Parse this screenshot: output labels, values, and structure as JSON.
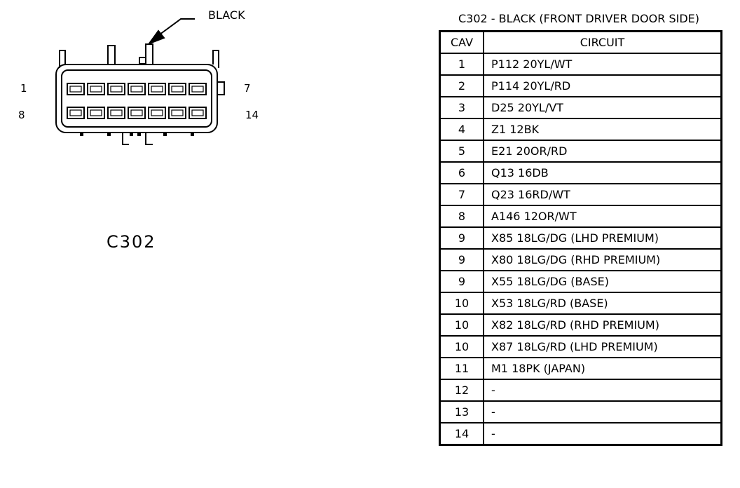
{
  "connector": {
    "color_label": "BLACK",
    "name": "C302",
    "pin_labels": {
      "top_left": "1",
      "top_right": "7",
      "bottom_left": "8",
      "bottom_right": "14"
    }
  },
  "table": {
    "title": "C302 - BLACK (FRONT DRIVER DOOR SIDE)",
    "headers": {
      "cav": "CAV",
      "circuit": "CIRCUIT"
    },
    "rows": [
      {
        "cav": "1",
        "circuit": "P112 20YL/WT"
      },
      {
        "cav": "2",
        "circuit": "P114 20YL/RD"
      },
      {
        "cav": "3",
        "circuit": "D25 20YL/VT"
      },
      {
        "cav": "4",
        "circuit": "Z1 12BK"
      },
      {
        "cav": "5",
        "circuit": "E21 20OR/RD"
      },
      {
        "cav": "6",
        "circuit": "Q13 16DB"
      },
      {
        "cav": "7",
        "circuit": "Q23 16RD/WT"
      },
      {
        "cav": "8",
        "circuit": "A146 12OR/WT"
      },
      {
        "cav": "9",
        "circuit": "X85 18LG/DG (LHD PREMIUM)"
      },
      {
        "cav": "9",
        "circuit": "X80 18LG/DG (RHD PREMIUM)"
      },
      {
        "cav": "9",
        "circuit": "X55 18LG/DG (BASE)"
      },
      {
        "cav": "10",
        "circuit": "X53 18LG/RD (BASE)"
      },
      {
        "cav": "10",
        "circuit": "X82 18LG/RD (RHD PREMIUM)"
      },
      {
        "cav": "10",
        "circuit": "X87 18LG/RD (LHD PREMIUM)"
      },
      {
        "cav": "11",
        "circuit": "M1 18PK (JAPAN)"
      },
      {
        "cav": "12",
        "circuit": "-"
      },
      {
        "cav": "13",
        "circuit": "-"
      },
      {
        "cav": "14",
        "circuit": "-"
      }
    ]
  }
}
